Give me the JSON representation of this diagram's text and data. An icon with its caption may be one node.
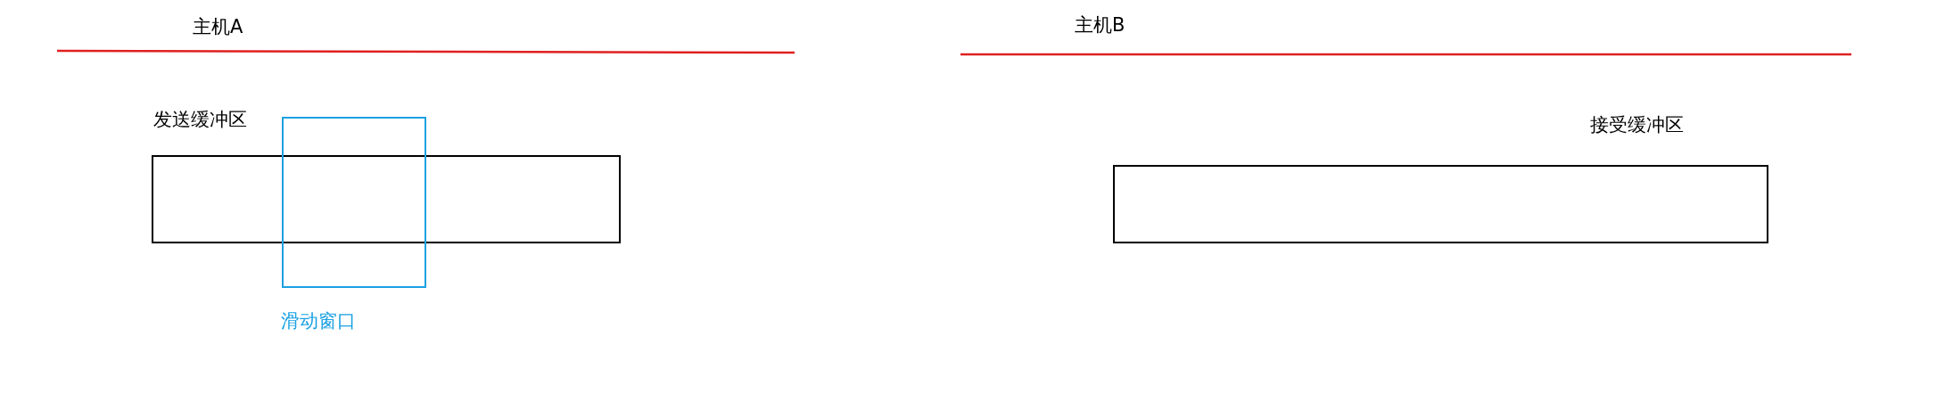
{
  "diagram": {
    "nodes": [
      {
        "text": [
          "发送缓冲区"
        ]
      },
      {
        "text": [
          "滑动窗口"
        ]
      },
      {
        "text": [
          "接受缓冲区"
        ]
      }
    ],
    "labels": [
      "主机A",
      "主机B"
    ]
  }
}
